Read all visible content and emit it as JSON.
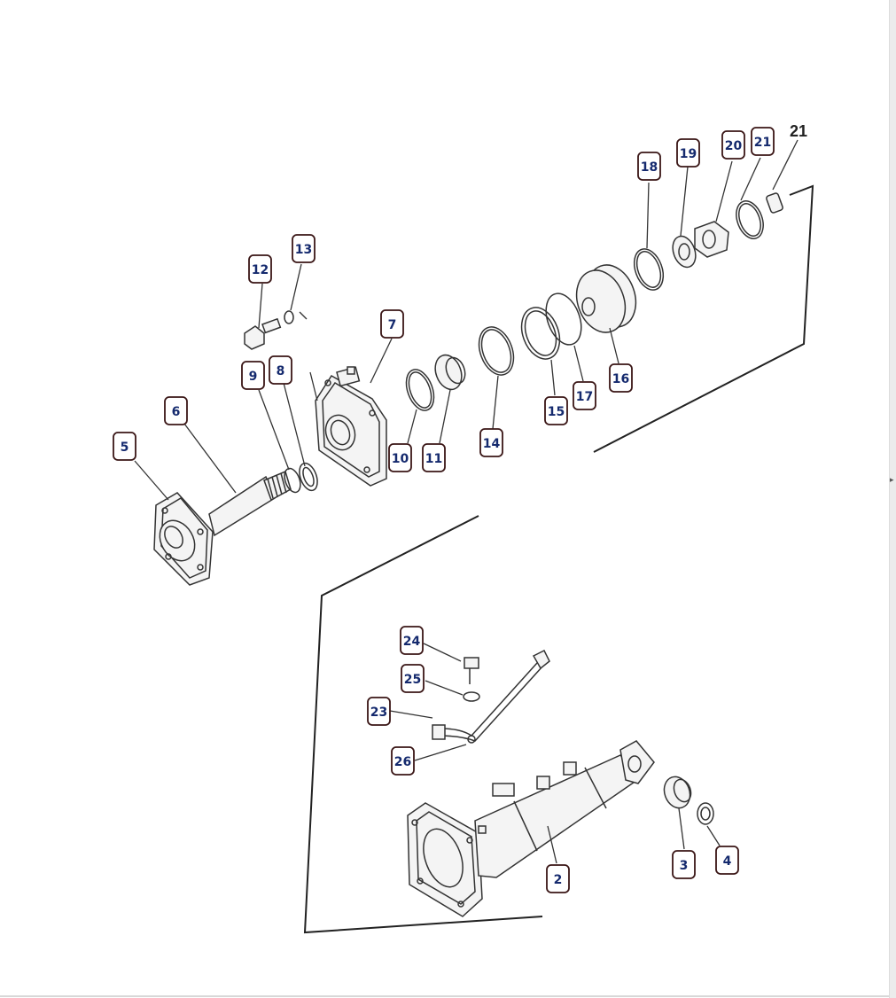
{
  "callouts": [
    {
      "id": "c2",
      "label": "2"
    },
    {
      "id": "c3",
      "label": "3"
    },
    {
      "id": "c4",
      "label": "4"
    },
    {
      "id": "c5",
      "label": "5"
    },
    {
      "id": "c6",
      "label": "6"
    },
    {
      "id": "c7",
      "label": "7"
    },
    {
      "id": "c8",
      "label": "8"
    },
    {
      "id": "c9",
      "label": "9"
    },
    {
      "id": "c10",
      "label": "10"
    },
    {
      "id": "c11",
      "label": "11"
    },
    {
      "id": "c12",
      "label": "12"
    },
    {
      "id": "c13",
      "label": "13"
    },
    {
      "id": "c14",
      "label": "14"
    },
    {
      "id": "c15",
      "label": "15"
    },
    {
      "id": "c16",
      "label": "16"
    },
    {
      "id": "c17",
      "label": "17"
    },
    {
      "id": "c18",
      "label": "18"
    },
    {
      "id": "c19",
      "label": "19"
    },
    {
      "id": "c20",
      "label": "20"
    },
    {
      "id": "c21",
      "label": "21"
    },
    {
      "id": "c23",
      "label": "23"
    },
    {
      "id": "c24",
      "label": "24"
    },
    {
      "id": "c25",
      "label": "25"
    },
    {
      "id": "c26",
      "label": "26"
    }
  ],
  "plain_label": "21"
}
